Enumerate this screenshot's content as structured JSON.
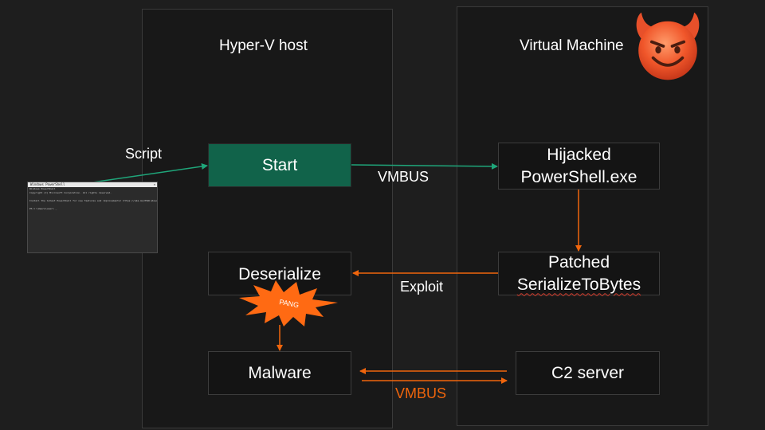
{
  "panels": {
    "host_title": "Hyper-V host",
    "vm_title": "Virtual Machine"
  },
  "boxes": {
    "start": "Start",
    "hijacked_line1": "Hijacked",
    "hijacked_line2": "PowerShell.exe",
    "deserialize": "Deserialize",
    "patched_line1": "Patched",
    "patched_line2": "SerializeToBytes",
    "malware": "Malware",
    "c2": "C2 server"
  },
  "labels": {
    "script": "Script",
    "vmbus_top": "VMBUS",
    "exploit": "Exploit",
    "vmbus_bottom": "VMBUS",
    "pang": "PANG"
  },
  "terminal": {
    "title": "Windows PowerShell",
    "lines": [
      "Windows PowerShell",
      "Copyright (C) Microsoft Corporation. All rights reserved.",
      "",
      "Install the latest PowerShell for new features and improvements! https://aka.ms/PSWindows",
      "",
      "PS C:\\Users\\user> _"
    ]
  },
  "icons": {
    "devil": "smiling-face-with-horns-icon"
  },
  "colors": {
    "green_arrow": "#1fa67a",
    "orange_arrow": "#f0650c",
    "start_fill": "#11634a",
    "burst": "#ff6a13"
  }
}
